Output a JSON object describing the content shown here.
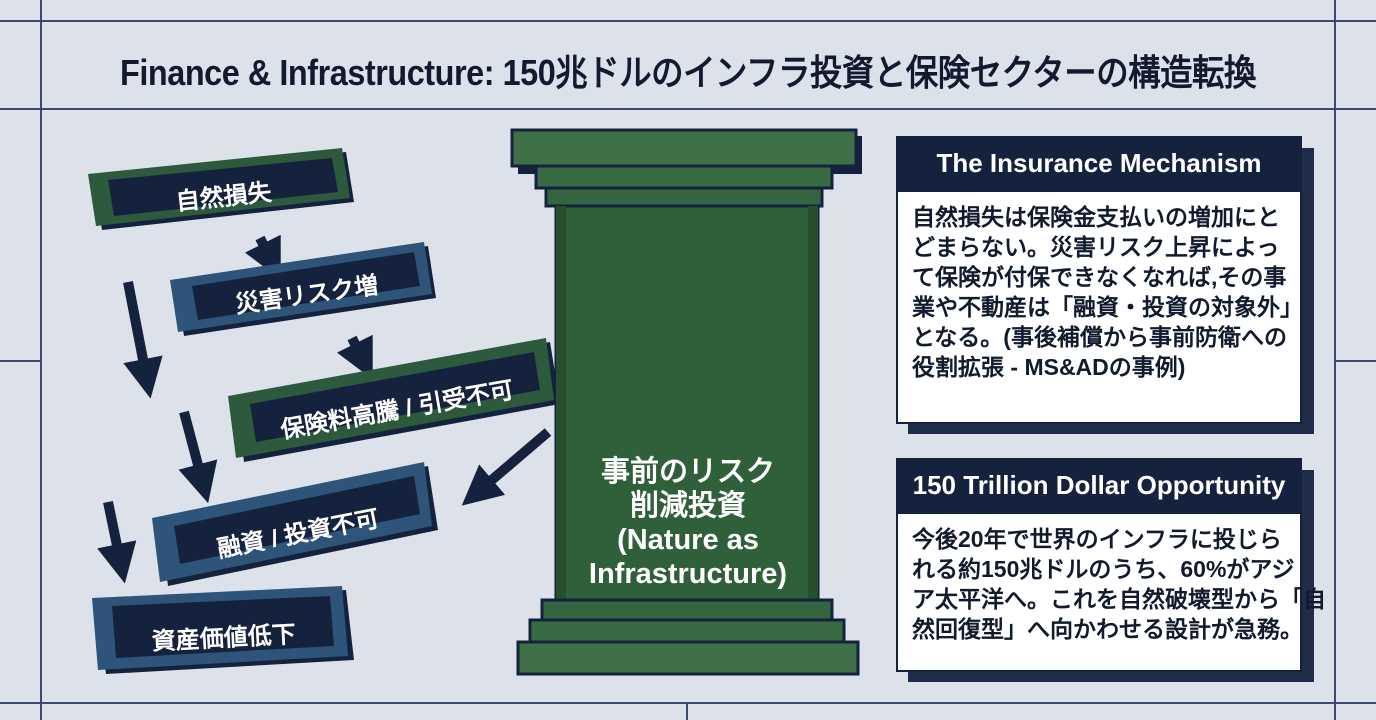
{
  "title": "Finance & Infrastructure: 150兆ドルのインフラ投資と保険セクターの構造転換",
  "flow": {
    "steps": [
      {
        "label": "自然損失",
        "color": "#2d5a3d"
      },
      {
        "label": "災害リスク増",
        "color": "#2e5579"
      },
      {
        "label": "保険料高騰 / 引受不可",
        "color": "#2d5a3d"
      },
      {
        "label": "融資 / 投資不可",
        "color": "#2e5579"
      },
      {
        "label": "資産価値低下",
        "color": "#2e5579"
      }
    ]
  },
  "pillar": {
    "line1": "事前のリスク",
    "line2": "削減投資",
    "line3": "(Nature as",
    "line4": "Infrastructure)",
    "color": "#3f7048"
  },
  "cards": {
    "insurance": {
      "title": "The Insurance Mechanism",
      "lines": [
        "自然損失は保険金支払いの増加にと",
        "どまらない。災害リスク上昇によっ",
        "て保険が付保できなくなれば,その事",
        "業や不動産は「融資・投資の対象外」",
        "となる。(事後補償から事前防衛への",
        "役割拡張 - MS&ADの事例)"
      ]
    },
    "opportunity": {
      "title": "150 Trillion Dollar Opportunity",
      "lines": [
        "今後20年で世界のインフラに投じら",
        "れる約150兆ドルのうち、60%がアジ",
        "ア太平洋へ。これを自然破壊型から「自",
        "然回復型」へ向かわせる設計が急務。"
      ]
    }
  },
  "colors": {
    "navy": "#15223d",
    "green": "#2d5a3d",
    "blue": "#2e5579",
    "background": "#dde2ea"
  }
}
